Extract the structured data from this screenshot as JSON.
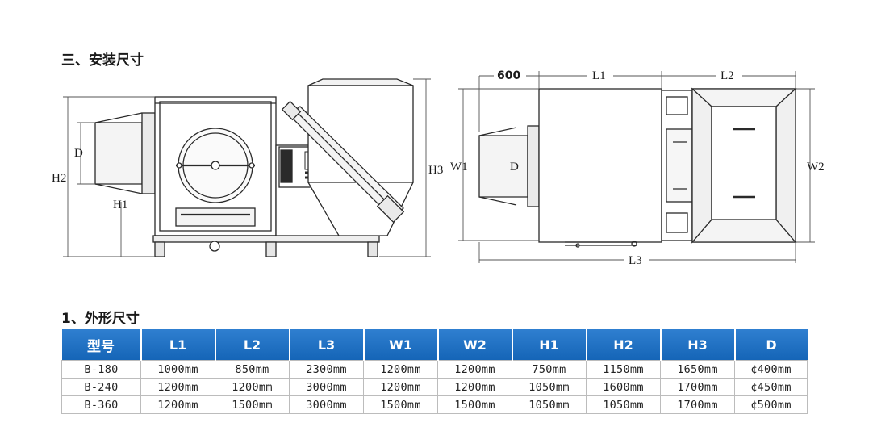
{
  "headings": {
    "install_title": "三、安装尺寸",
    "dims_title": "1、外形尺寸"
  },
  "drawing_labels": {
    "side_D": "D",
    "side_H2": "H2",
    "side_H1": "H1",
    "side_H3": "H3",
    "top_600": "600",
    "top_L1": "L1",
    "top_L2": "L2",
    "top_W1": "W1",
    "top_D": "D",
    "top_W2": "W2",
    "top_L3": "L3"
  },
  "table": {
    "headers": [
      "型号",
      "L1",
      "L2",
      "L3",
      "W1",
      "W2",
      "H1",
      "H2",
      "H3",
      "D"
    ],
    "rows": [
      [
        "B-180",
        "1000mm",
        "850mm",
        "2300mm",
        "1200mm",
        "1200mm",
        "750mm",
        "1150mm",
        "1650mm",
        "¢400mm"
      ],
      [
        "B-240",
        "1200mm",
        "1200mm",
        "3000mm",
        "1200mm",
        "1200mm",
        "1050mm",
        "1600mm",
        "1700mm",
        "¢450mm"
      ],
      [
        "B-360",
        "1200mm",
        "1500mm",
        "3000mm",
        "1500mm",
        "1500mm",
        "1050mm",
        "1050mm",
        "1700mm",
        "¢500mm"
      ]
    ]
  },
  "colors": {
    "header_blue": "#1e6fc4",
    "line": "#2a2a2a"
  }
}
